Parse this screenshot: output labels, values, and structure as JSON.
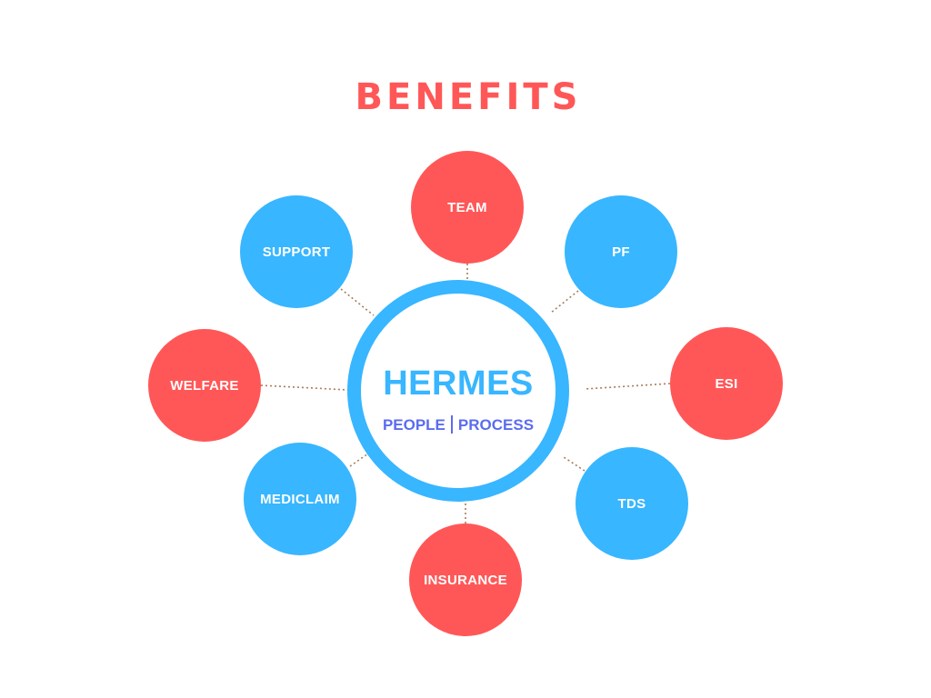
{
  "title": "BENEFITS",
  "hub": {
    "title": "HERMES",
    "subtitle_left": "PEOPLE",
    "subtitle_right": "PROCESS"
  },
  "nodes": [
    {
      "label": "TEAM",
      "color": "#ff5757"
    },
    {
      "label": "PF",
      "color": "#38b6ff"
    },
    {
      "label": "ESI",
      "color": "#ff5757"
    },
    {
      "label": "TDS",
      "color": "#38b6ff"
    },
    {
      "label": "INSURANCE",
      "color": "#ff5757"
    },
    {
      "label": "MEDICLAIM",
      "color": "#38b6ff"
    },
    {
      "label": "WELFARE",
      "color": "#ff5757"
    },
    {
      "label": "SUPPORT",
      "color": "#38b6ff"
    }
  ],
  "colors": {
    "red": "#ff5757",
    "blue": "#38b6ff",
    "subtitle": "#5b6cf0",
    "connector": "#a67c5b"
  }
}
